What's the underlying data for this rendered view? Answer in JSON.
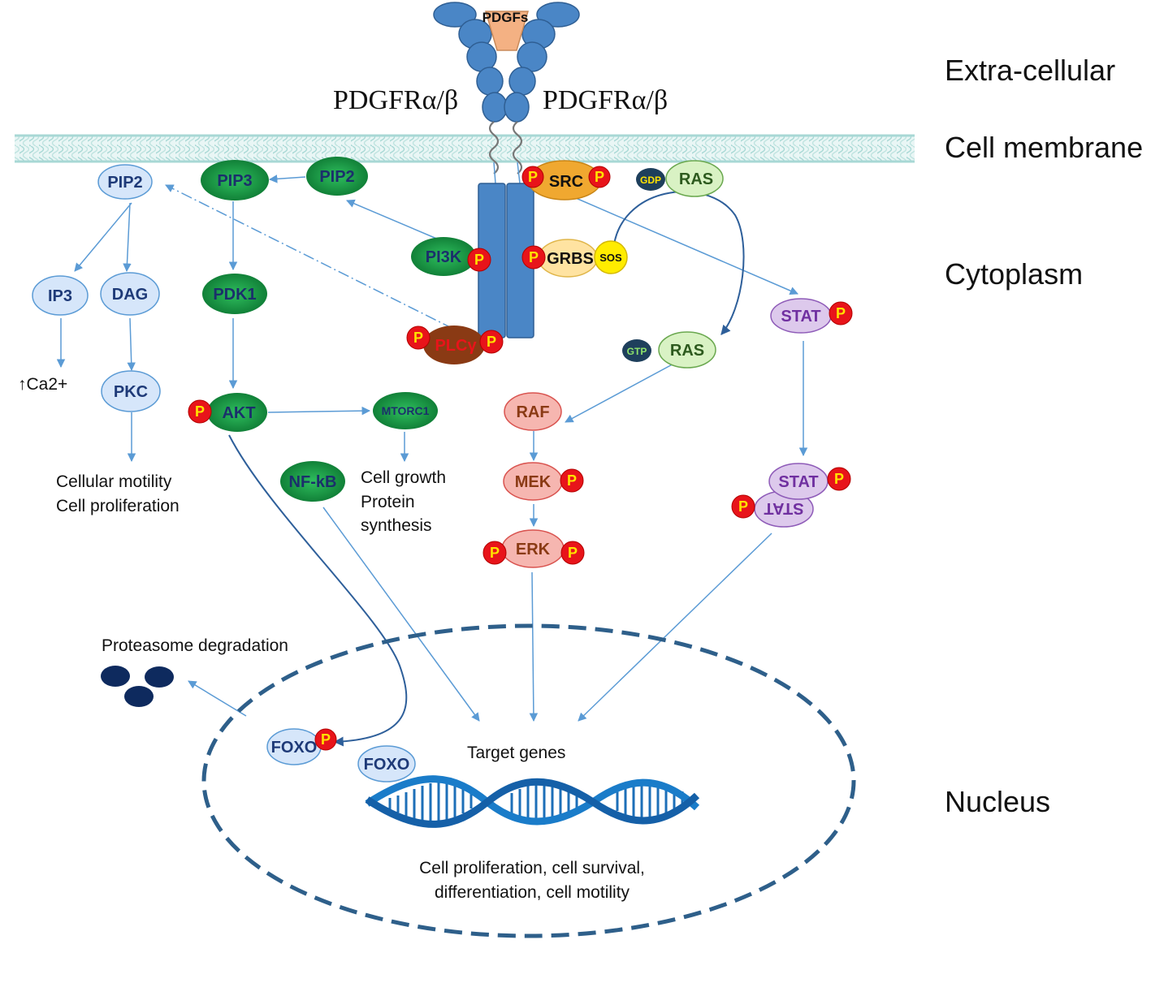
{
  "zones": {
    "extra": "Extra-cellular",
    "membrane": "Cell membrane",
    "cyto": "Cytoplasm",
    "nucleus": "Nucleus"
  },
  "receptor": {
    "ligand": "PDGFs",
    "left": "PDGFRα/β",
    "right": "PDGFRα/β"
  },
  "phospho": "P",
  "nodes": {
    "pip2_membrane": "PIP2",
    "pip3": "PIP3",
    "pip2_green": "PIP2",
    "src": "SRC",
    "ras_gdp": "RAS",
    "gdp": "GDP",
    "pi3k": "PI3K",
    "grbs": "GRBS",
    "sos": "SOS",
    "plcg": "PLCγ",
    "ip3": "IP3",
    "dag": "DAG",
    "pdk1": "PDK1",
    "pkc": "PKC",
    "akt": "AKT",
    "mtorc1": "MTORC1",
    "nfkb": "NF-kB",
    "ras_gtp": "RAS",
    "gtp": "GTP",
    "raf": "RAF",
    "mek": "MEK",
    "erk": "ERK",
    "stat_top": "STAT",
    "stat_dimer_a": "STAT",
    "stat_dimer_b": "STAT",
    "foxo_p": "FOXO",
    "foxo": "FOXO"
  },
  "notes": {
    "ca": "↑Ca2+",
    "motility_1": "Cellular motility",
    "motility_2": "Cell proliferation",
    "growth_1": "Cell growth",
    "growth_2": "Protein",
    "growth_3": "synthesis",
    "proteasome": "Proteasome degradation",
    "target": "Target genes",
    "outcome_1": "Cell proliferation, cell survival,",
    "outcome_2": "differentiation, cell motility"
  },
  "colors": {
    "light_blue": "#d6e6fa",
    "green": "#1d9a46",
    "pink": "#f6b6b0",
    "purple": "#ddc9ec",
    "orange": "#f0a830",
    "brown": "#8a3a14",
    "phospho": "#e8141a",
    "receptor": "#4a86c6",
    "arrow": "#5b9bd5",
    "dna": "#1a7cc9",
    "navy": "#0e2a5e"
  }
}
